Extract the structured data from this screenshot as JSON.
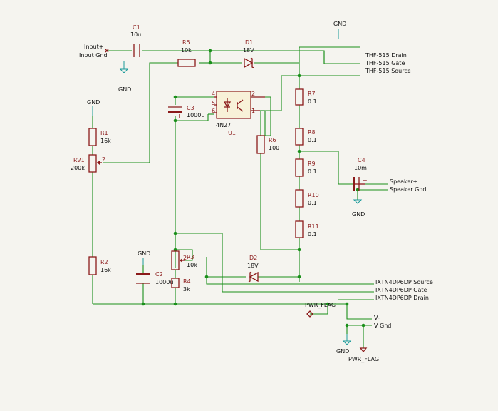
{
  "labels": {
    "in_pos": "Input+",
    "in_gnd": "Input Gnd",
    "thf_drain": "THF-515 Drain",
    "thf_gate": "THF-515 Gate",
    "thf_source": "THF-515 Source",
    "ixt_source": "IXTN4DP6DP Source",
    "ixt_gate": "IXTN4DP6DP Gate",
    "ixt_drain": "IXTN4DP6DP Drain",
    "spk_pos": "Speaker+",
    "spk_gnd": "Speaker Gnd",
    "vminus": "V-",
    "vgnd": "V Gnd"
  },
  "power": {
    "gnd": "GND",
    "pwr_flag": "PWR_FLAG"
  },
  "components": {
    "C1": {
      "ref": "C1",
      "value": "10u"
    },
    "R5": {
      "ref": "R5",
      "value": "10k"
    },
    "D1": {
      "ref": "D1",
      "value": "18V"
    },
    "C3": {
      "ref": "C3",
      "value": "1000u"
    },
    "U1": {
      "ref": "U1",
      "value": "4N27"
    },
    "R6": {
      "ref": "R6",
      "value": "100"
    },
    "R1": {
      "ref": "R1",
      "value": "16k"
    },
    "RV1": {
      "ref": "RV1",
      "value": "200k"
    },
    "R7": {
      "ref": "R7",
      "value": "0.1"
    },
    "R8": {
      "ref": "R8",
      "value": "0.1"
    },
    "R9": {
      "ref": "R9",
      "value": "0.1"
    },
    "R10": {
      "ref": "R10",
      "value": "0.1"
    },
    "R11": {
      "ref": "R11",
      "value": "0.1"
    },
    "C4": {
      "ref": "C4",
      "value": "10m"
    },
    "R2": {
      "ref": "R2",
      "value": "16k"
    },
    "R3": {
      "ref": "R3",
      "value": "10k"
    },
    "R4": {
      "ref": "R4",
      "value": "3k"
    },
    "C2": {
      "ref": "C2",
      "value": "1000u"
    },
    "D2": {
      "ref": "D2",
      "value": "18V"
    }
  },
  "pins": {
    "u1_4": "4",
    "u1_5": "5",
    "u1_6": "6",
    "u1_2": "2",
    "u1_1": "1",
    "rv1_2": "2",
    "r3_2": "2",
    "pin1": "1",
    "plus": "+"
  }
}
